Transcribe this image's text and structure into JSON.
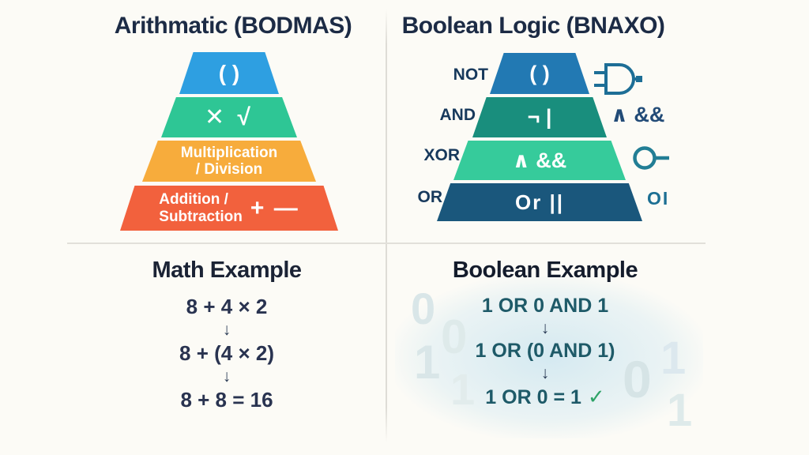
{
  "left_panel": {
    "title": "Arithmatic (BODMAS)",
    "pyramid": {
      "levels": [
        {
          "label": "( )",
          "color": "#2E9FE1",
          "meaning": "brackets"
        },
        {
          "label": "✕ √",
          "color": "#2EC695",
          "meaning": "orders"
        },
        {
          "label": "Multiplication",
          "label2": "/ Division",
          "color": "#F7AC3C"
        },
        {
          "label": "Addition /",
          "label2": "Subtraction",
          "symbols": "+ —",
          "color": "#F2613D"
        }
      ]
    },
    "example": {
      "title": "Math Example",
      "steps": [
        "8 + 4 × 2",
        "8 + (4 × 2)",
        "8 + 8 = 16"
      ],
      "arrow": "↓"
    }
  },
  "right_panel": {
    "title": "Boolean Logic (BNAXO)",
    "pyramid": {
      "levels": [
        {
          "side_label": "NOT",
          "label": "( )",
          "color": "#2279B3",
          "annotation_icon": "and-gate-icon"
        },
        {
          "side_label": "AND",
          "label": "¬ |",
          "color": "#198E7D",
          "annotation": "∧ &&"
        },
        {
          "side_label": "XOR",
          "label": "∧ &&",
          "color": "#36CB9B",
          "annotation_icon": "inverter-bubble-icon"
        },
        {
          "side_label": "OR",
          "label": "Or ||",
          "color": "#1A577C",
          "annotation": "OI"
        }
      ],
      "icon_color": "#1D6E96"
    },
    "example": {
      "title": "Boolean Example",
      "steps": [
        "1 OR 0 AND 1",
        "1 OR (0 AND 1)",
        "1 OR 0 = 1"
      ],
      "arrow": "↓",
      "check": "✓",
      "check_color": "#2EA367",
      "watermark_digits": [
        "0",
        "0",
        "1",
        "1",
        "1",
        "0",
        "1"
      ]
    }
  }
}
